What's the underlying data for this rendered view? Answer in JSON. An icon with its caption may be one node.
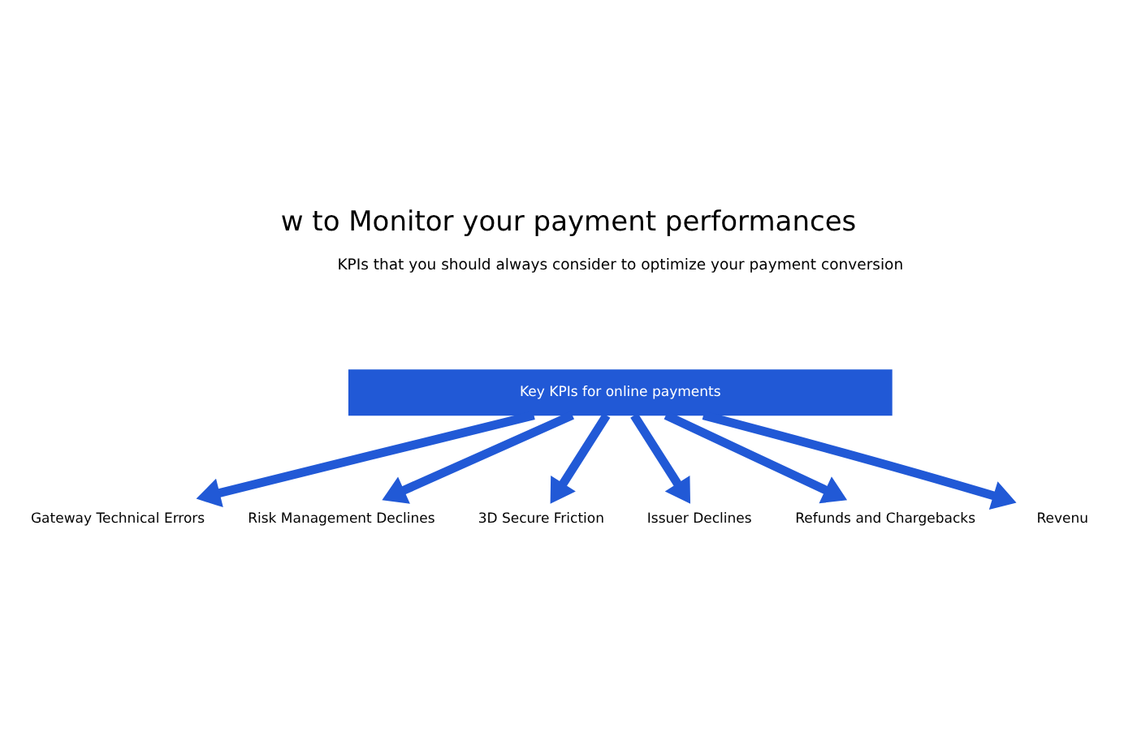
{
  "diagram": {
    "title": "w to Monitor your payment performances",
    "nodes": [
      {
        "text": [
          "Key KPIs for online payments"
        ]
      },
      {
        "text": [
          "Gateway Technical Errors"
        ]
      },
      {
        "text": [
          "Risk Management Declines"
        ]
      },
      {
        "text": [
          "3D Secure Friction"
        ]
      },
      {
        "text": [
          "Issuer Declines"
        ]
      },
      {
        "text": [
          "Refunds and Chargebacks"
        ]
      },
      {
        "text": [
          "Revenu"
        ]
      }
    ],
    "edges": [
      {
        "from": 0,
        "to": 1,
        "arrow": "to"
      },
      {
        "from": 0,
        "to": 2,
        "arrow": "to"
      },
      {
        "from": 0,
        "to": 3,
        "arrow": "to"
      },
      {
        "from": 0,
        "to": 4,
        "arrow": "to"
      },
      {
        "from": 0,
        "to": 5,
        "arrow": "to"
      },
      {
        "from": 0,
        "to": 6,
        "arrow": "to"
      }
    ],
    "labels": [
      "KPIs that you should always consider to optimize your payment conversion"
    ]
  }
}
